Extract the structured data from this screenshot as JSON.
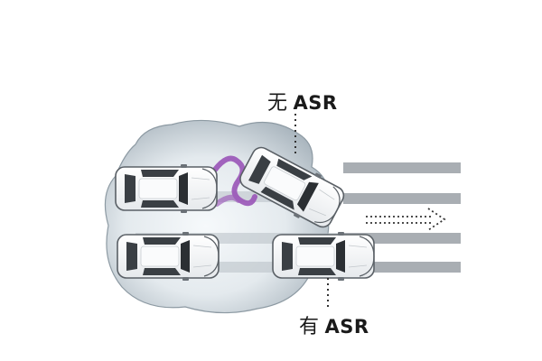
{
  "labels": {
    "without_asr": {
      "prefix": "无",
      "text": "ASR"
    },
    "with_asr": {
      "prefix": "有",
      "text": "ASR"
    }
  },
  "colors": {
    "road_stripe": "#a9aeb3",
    "ice_patch_light": "#f4f7f9",
    "ice_patch_dark": "#a8b4bd",
    "skid_trace": "#9a55b8",
    "car_body": "#ffffff",
    "car_glass": "#2b2f33",
    "arrow": "#333333"
  },
  "icons": [
    "car-icon",
    "ice-patch-icon",
    "direction-arrow-icon"
  ]
}
